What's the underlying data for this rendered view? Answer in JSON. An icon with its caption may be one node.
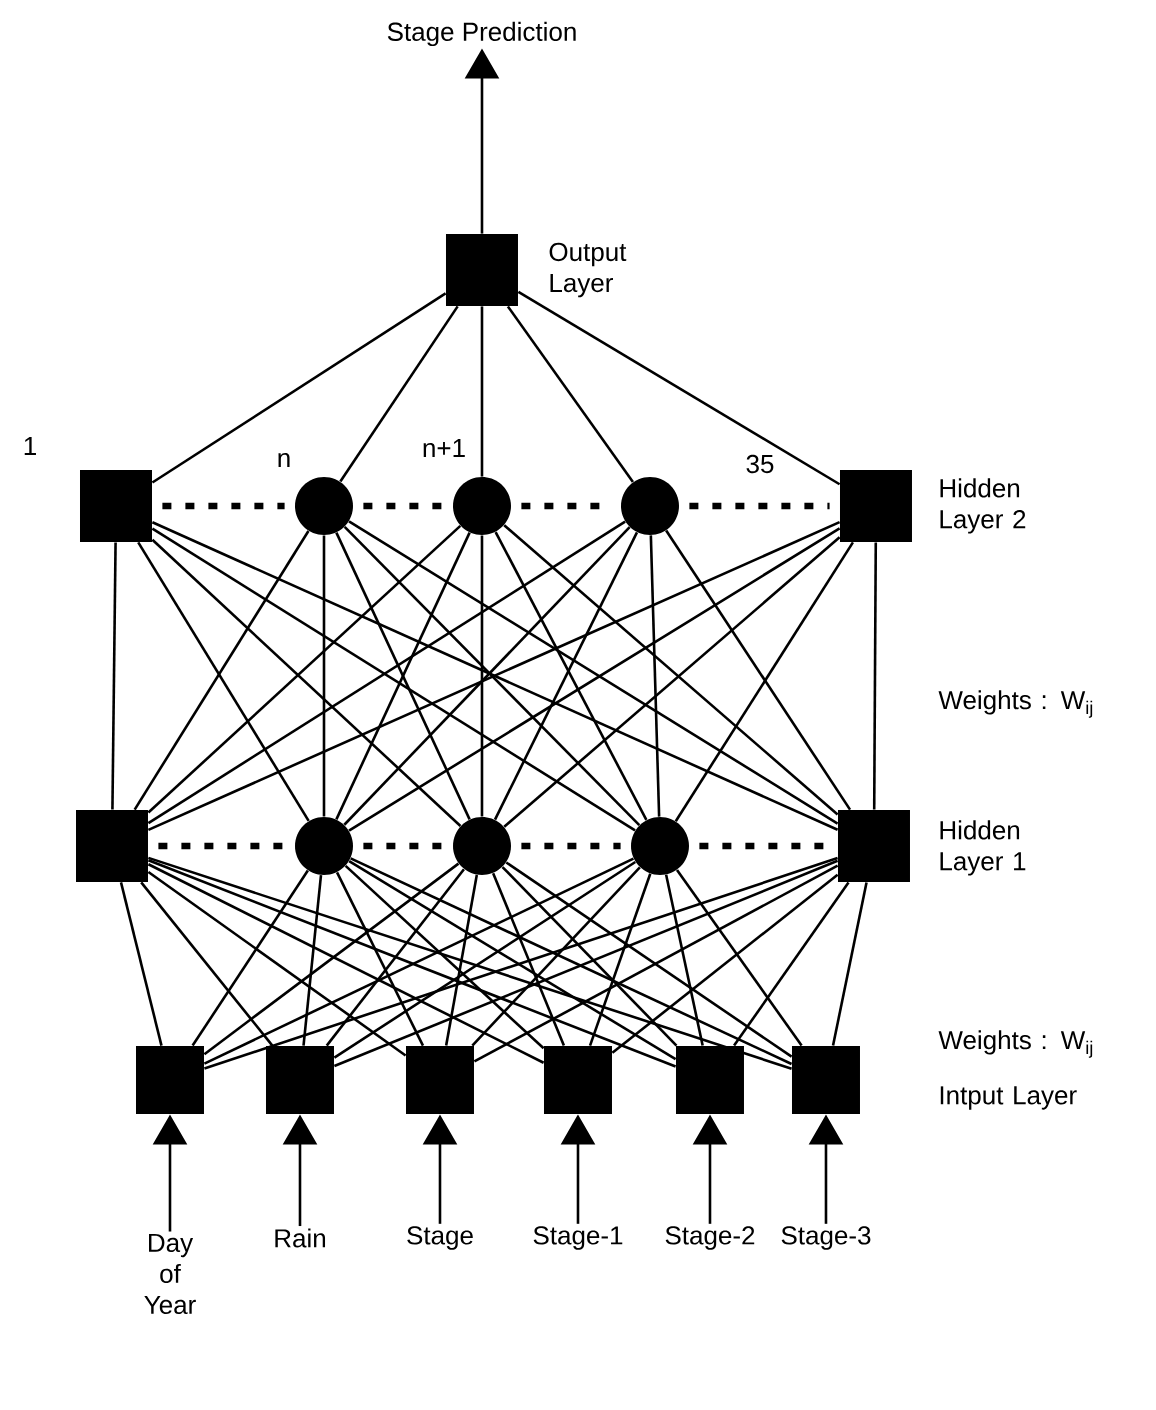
{
  "diagram": {
    "nodes": [
      {
        "text": [
          "Stage Prediction"
        ]
      },
      {
        "text": [],
        "shape": "box",
        "beside": [
          "Output Layer"
        ]
      },
      {
        "text": [],
        "shape": "box",
        "beside": [
          "1"
        ]
      },
      {
        "text": [],
        "shape": "circle",
        "beside": [
          "n"
        ]
      },
      {
        "text": [],
        "shape": "circle",
        "beside": [
          "n+1"
        ]
      },
      {
        "text": [],
        "shape": "circle"
      },
      {
        "text": [],
        "shape": "box",
        "beside": [
          "35"
        ]
      },
      {
        "text": [],
        "shape": "box"
      },
      {
        "text": [],
        "shape": "circle"
      },
      {
        "text": [],
        "shape": "circle"
      },
      {
        "text": [],
        "shape": "circle"
      },
      {
        "text": [],
        "shape": "box"
      },
      {
        "text": [],
        "shape": "box"
      },
      {
        "text": [],
        "shape": "box"
      },
      {
        "text": [],
        "shape": "box"
      },
      {
        "text": [],
        "shape": "box"
      },
      {
        "text": [],
        "shape": "box"
      },
      {
        "text": [],
        "shape": "box"
      },
      {
        "text": [
          "Day of Year"
        ]
      },
      {
        "text": [
          "Rain"
        ]
      },
      {
        "text": [
          "Stage"
        ]
      },
      {
        "text": [
          "Stage-1"
        ]
      },
      {
        "text": [
          "Stage-2"
        ]
      },
      {
        "text": [
          "Stage-3"
        ]
      }
    ],
    "edges": [
      {
        "from": 1,
        "to": 0,
        "arrow": "to"
      },
      {
        "from": 1,
        "to": 2,
        "arrow": "none"
      },
      {
        "from": 1,
        "to": 3,
        "arrow": "none"
      },
      {
        "from": 1,
        "to": 4,
        "arrow": "none"
      },
      {
        "from": 1,
        "to": 5,
        "arrow": "none"
      },
      {
        "from": 1,
        "to": 6,
        "arrow": "none"
      },
      {
        "from": 2,
        "to": 3,
        "arrow": "none",
        "style": "dashed"
      },
      {
        "from": 3,
        "to": 4,
        "arrow": "none",
        "style": "dashed"
      },
      {
        "from": 4,
        "to": 5,
        "arrow": "none",
        "style": "dashed"
      },
      {
        "from": 5,
        "to": 6,
        "arrow": "none",
        "style": "dashed"
      },
      {
        "from": 2,
        "to": 7,
        "arrow": "none"
      },
      {
        "from": 2,
        "to": 8,
        "arrow": "none"
      },
      {
        "from": 2,
        "to": 9,
        "arrow": "none"
      },
      {
        "from": 2,
        "to": 10,
        "arrow": "none"
      },
      {
        "from": 2,
        "to": 11,
        "arrow": "none"
      },
      {
        "from": 3,
        "to": 7,
        "arrow": "none"
      },
      {
        "from": 3,
        "to": 8,
        "arrow": "none"
      },
      {
        "from": 3,
        "to": 9,
        "arrow": "none"
      },
      {
        "from": 3,
        "to": 10,
        "arrow": "none"
      },
      {
        "from": 3,
        "to": 11,
        "arrow": "none"
      },
      {
        "from": 4,
        "to": 7,
        "arrow": "none"
      },
      {
        "from": 4,
        "to": 8,
        "arrow": "none"
      },
      {
        "from": 4,
        "to": 9,
        "arrow": "none"
      },
      {
        "from": 4,
        "to": 10,
        "arrow": "none"
      },
      {
        "from": 4,
        "to": 11,
        "arrow": "none"
      },
      {
        "from": 5,
        "to": 7,
        "arrow": "none"
      },
      {
        "from": 5,
        "to": 8,
        "arrow": "none"
      },
      {
        "from": 5,
        "to": 9,
        "arrow": "none"
      },
      {
        "from": 5,
        "to": 10,
        "arrow": "none"
      },
      {
        "from": 5,
        "to": 11,
        "arrow": "none"
      },
      {
        "from": 6,
        "to": 7,
        "arrow": "none"
      },
      {
        "from": 6,
        "to": 8,
        "arrow": "none"
      },
      {
        "from": 6,
        "to": 9,
        "arrow": "none"
      },
      {
        "from": 6,
        "to": 10,
        "arrow": "none"
      },
      {
        "from": 6,
        "to": 11,
        "arrow": "none"
      },
      {
        "from": 7,
        "to": 8,
        "arrow": "none",
        "style": "dashed"
      },
      {
        "from": 8,
        "to": 9,
        "arrow": "none",
        "style": "dashed"
      },
      {
        "from": 9,
        "to": 10,
        "arrow": "none",
        "style": "dashed"
      },
      {
        "from": 10,
        "to": 11,
        "arrow": "none",
        "style": "dashed"
      },
      {
        "from": 7,
        "to": 12,
        "arrow": "none"
      },
      {
        "from": 7,
        "to": 13,
        "arrow": "none"
      },
      {
        "from": 7,
        "to": 14,
        "arrow": "none"
      },
      {
        "from": 7,
        "to": 15,
        "arrow": "none"
      },
      {
        "from": 7,
        "to": 16,
        "arrow": "none"
      },
      {
        "from": 7,
        "to": 17,
        "arrow": "none"
      },
      {
        "from": 8,
        "to": 12,
        "arrow": "none"
      },
      {
        "from": 8,
        "to": 13,
        "arrow": "none"
      },
      {
        "from": 8,
        "to": 14,
        "arrow": "none"
      },
      {
        "from": 8,
        "to": 15,
        "arrow": "none"
      },
      {
        "from": 8,
        "to": 16,
        "arrow": "none"
      },
      {
        "from": 8,
        "to": 17,
        "arrow": "none"
      },
      {
        "from": 9,
        "to": 12,
        "arrow": "none"
      },
      {
        "from": 9,
        "to": 13,
        "arrow": "none"
      },
      {
        "from": 9,
        "to": 14,
        "arrow": "none"
      },
      {
        "from": 9,
        "to": 15,
        "arrow": "none"
      },
      {
        "from": 9,
        "to": 16,
        "arrow": "none"
      },
      {
        "from": 9,
        "to": 17,
        "arrow": "none"
      },
      {
        "from": 10,
        "to": 12,
        "arrow": "none"
      },
      {
        "from": 10,
        "to": 13,
        "arrow": "none"
      },
      {
        "from": 10,
        "to": 14,
        "arrow": "none"
      },
      {
        "from": 10,
        "to": 15,
        "arrow": "none"
      },
      {
        "from": 10,
        "to": 16,
        "arrow": "none"
      },
      {
        "from": 10,
        "to": 17,
        "arrow": "none"
      },
      {
        "from": 11,
        "to": 12,
        "arrow": "none"
      },
      {
        "from": 11,
        "to": 13,
        "arrow": "none"
      },
      {
        "from": 11,
        "to": 14,
        "arrow": "none"
      },
      {
        "from": 11,
        "to": 15,
        "arrow": "none"
      },
      {
        "from": 11,
        "to": 16,
        "arrow": "none"
      },
      {
        "from": 11,
        "to": 17,
        "arrow": "none"
      },
      {
        "from": 18,
        "to": 12,
        "arrow": "to"
      },
      {
        "from": 19,
        "to": 13,
        "arrow": "to"
      },
      {
        "from": 20,
        "to": 14,
        "arrow": "to"
      },
      {
        "from": 21,
        "to": 15,
        "arrow": "to"
      },
      {
        "from": 22,
        "to": 16,
        "arrow": "to"
      },
      {
        "from": 23,
        "to": 17,
        "arrow": "to"
      }
    ],
    "labels": [
      "Hidden Layer 2",
      "Weights : W$_{ij}$",
      "Hidden Layer 1",
      "Weights : W$_{ij}$",
      "Intput Layer"
    ]
  }
}
